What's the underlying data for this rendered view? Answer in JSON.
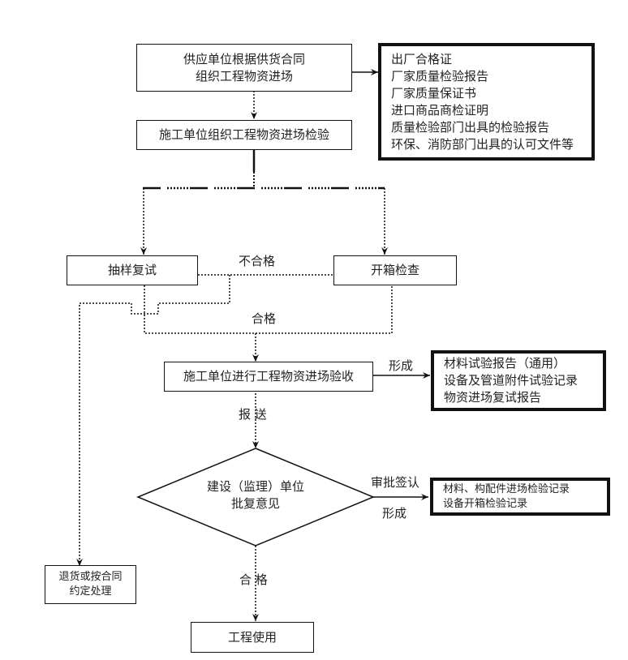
{
  "nodes": {
    "supply": {
      "lines": [
        "供应单位根据供货合同",
        "组织工程物资进场"
      ]
    },
    "site_inspection": {
      "lines": [
        "施工单位组织工程物资进场检验"
      ]
    },
    "sampling_retest": {
      "lines": [
        "抽样复试"
      ]
    },
    "unpack_check": {
      "lines": [
        "开箱检查"
      ]
    },
    "acceptance": {
      "lines": [
        "施工单位进行工程物资进场验收"
      ]
    },
    "supervisor_decision": {
      "lines": [
        "建设（监理）单位",
        "批复意见"
      ]
    },
    "return_goods": {
      "lines": [
        "退货或按合同",
        "约定处理"
      ]
    },
    "project_use": {
      "lines": [
        "工程使用"
      ]
    }
  },
  "documents": {
    "factory_docs": {
      "lines": [
        "出厂合格证",
        "厂家质量检验报告",
        "厂家质量保证书",
        "进口商品商检证明",
        "质量检验部门出具的检验报告",
        "环保、消防部门出具的认可文件等"
      ]
    },
    "test_reports": {
      "lines": [
        "材料试验报告（通用）",
        "设备及管道附件试验记录",
        "物资进场复试报告"
      ]
    },
    "inspection_records": {
      "lines": [
        "材料、构配件进场检验记录",
        "设备开箱检验记录"
      ]
    }
  },
  "edge_labels": {
    "fail": "不合格",
    "pass": "合格",
    "form_1": "形成",
    "submit": "报 送",
    "approve_sign": "审批签认",
    "form_2": "形成",
    "pass_final": "合 格"
  }
}
